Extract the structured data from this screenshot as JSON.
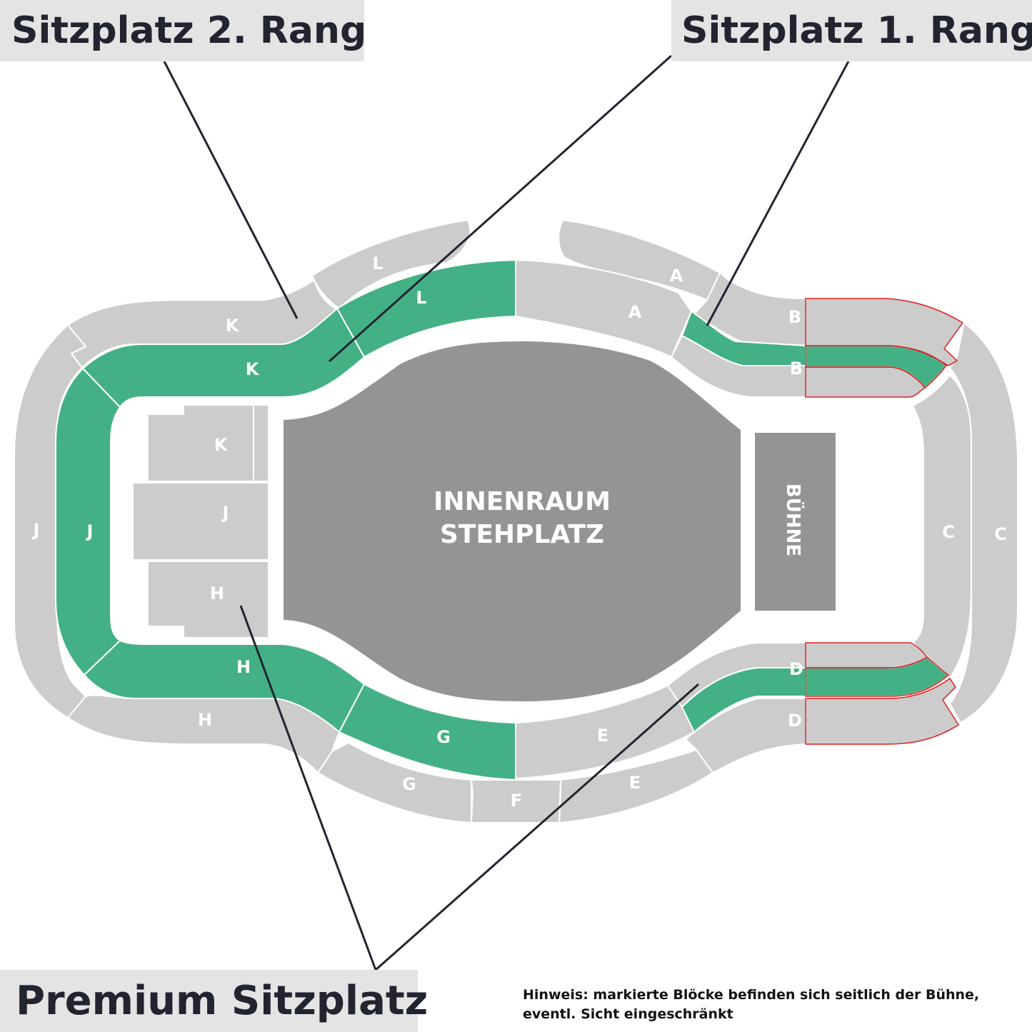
{
  "labels": {
    "rang2": "Sitzplatz 2. Rang",
    "rang1": "Sitzplatz 1. Rang",
    "premium": "Premium Sitzplatz"
  },
  "note": {
    "line1": "Hinweis: markierte Blöcke befinden sich seitlich der Bühne,",
    "line2": "eventl. Sicht eingeschränkt"
  },
  "areas": {
    "floor_line1": "INNENRAUM",
    "floor_line2": "STEHPLATZ",
    "stage": "BÜHNE"
  },
  "blocks": {
    "outer": {
      "L": "L",
      "A": "A",
      "K": "K",
      "B": "B",
      "J": "J",
      "C": "C",
      "H": "H",
      "D": "D",
      "G": "G",
      "F": "F",
      "E": "E"
    },
    "inner": {
      "L": "L",
      "A": "A",
      "K": "K",
      "B": "B",
      "J": "J",
      "C": "C",
      "H": "H",
      "D": "D",
      "G": "G",
      "E": "E"
    },
    "floor": {
      "K": "K",
      "J": "J",
      "H": "H"
    }
  },
  "colors": {
    "premium": "#43b185",
    "seat_grey": "#cccccc",
    "floor_grey": "#949494",
    "restricted_outline": "#e02020",
    "pointer_line": "#222530"
  }
}
